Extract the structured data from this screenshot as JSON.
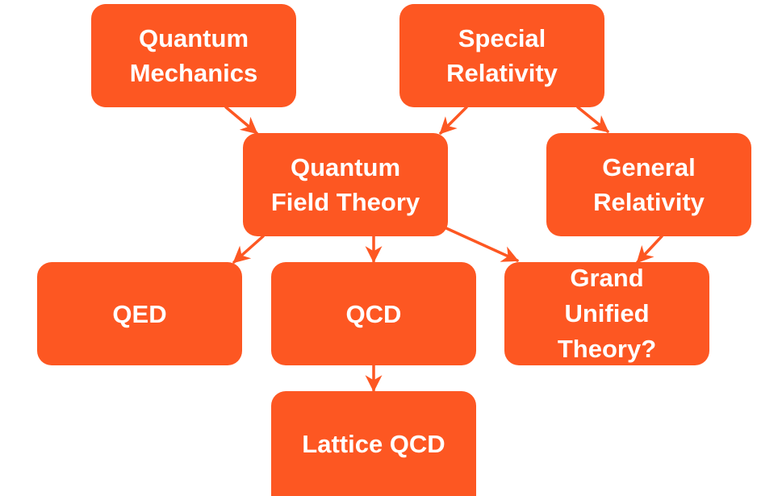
{
  "colors": {
    "node_fill": "#fd5722",
    "node_text": "#ffffff",
    "edge": "#fd5722",
    "background": "#ffffff"
  },
  "nodes": {
    "quantum_mechanics": "Quantum\nMechanics",
    "special_relativity": "Special\nRelativity",
    "quantum_field_theory": "Quantum\nField Theory",
    "general_relativity": "General\nRelativity",
    "qed": "QED",
    "qcd": "QCD",
    "grand_unified_theory": "Grand\nUnified\nTheory?",
    "lattice_qcd": "Lattice QCD"
  },
  "edges": [
    {
      "from": "quantum_mechanics",
      "to": "quantum_field_theory"
    },
    {
      "from": "special_relativity",
      "to": "quantum_field_theory"
    },
    {
      "from": "special_relativity",
      "to": "general_relativity"
    },
    {
      "from": "quantum_field_theory",
      "to": "qed"
    },
    {
      "from": "quantum_field_theory",
      "to": "qcd"
    },
    {
      "from": "quantum_field_theory",
      "to": "grand_unified_theory"
    },
    {
      "from": "general_relativity",
      "to": "grand_unified_theory"
    },
    {
      "from": "qcd",
      "to": "lattice_qcd"
    }
  ]
}
